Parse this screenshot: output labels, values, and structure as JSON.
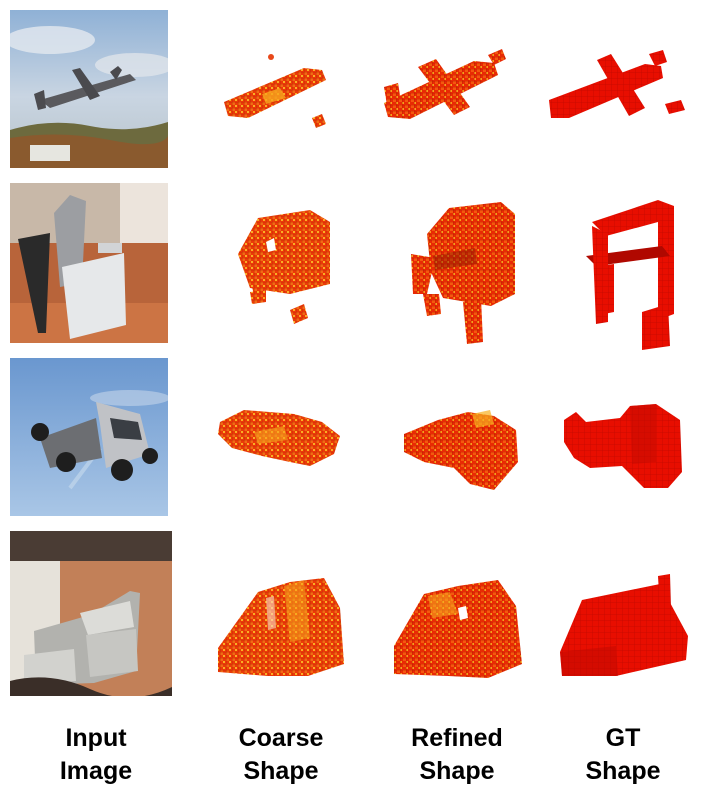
{
  "columns": [
    {
      "line1": "Input",
      "line2": "Image"
    },
    {
      "line1": "Coarse",
      "line2": "Shape"
    },
    {
      "line1": "Refined",
      "line2": "Shape"
    },
    {
      "line1": "GT",
      "line2": "Shape"
    }
  ],
  "rows": [
    {
      "object": "airplane",
      "input_icon": "airplane-photo",
      "shapes": [
        "coarse-airplane-voxels",
        "refined-airplane-voxels",
        "gt-airplane-voxels"
      ]
    },
    {
      "object": "chair",
      "input_icon": "chair-photo",
      "shapes": [
        "coarse-chair-voxels",
        "refined-chair-voxels",
        "gt-chair-voxels"
      ]
    },
    {
      "object": "truck",
      "input_icon": "truck-photo",
      "shapes": [
        "coarse-truck-voxels",
        "refined-truck-voxels",
        "gt-truck-voxels"
      ]
    },
    {
      "object": "sofa",
      "input_icon": "sofa-photo",
      "shapes": [
        "coarse-sofa-voxels",
        "refined-sofa-voxels",
        "gt-sofa-voxels"
      ]
    }
  ],
  "colors": {
    "voxel_red": "#e81c00",
    "voxel_orange": "#f05a10",
    "voxel_yellow": "#f8b020",
    "gt_red": "#e60d00",
    "label_text": "#000000"
  }
}
